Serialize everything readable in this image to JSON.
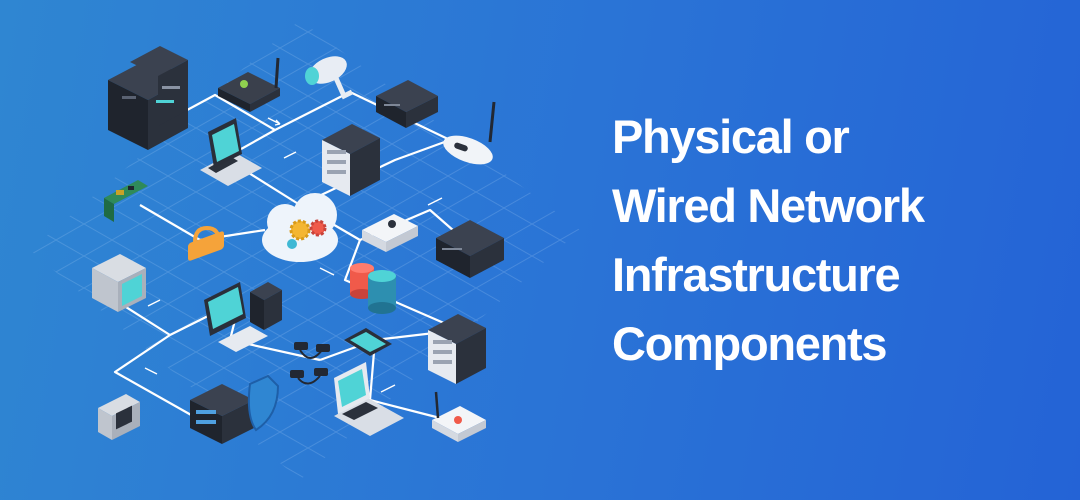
{
  "headline": {
    "line1": "Physical or",
    "line2": "Wired Network",
    "line3": "Infrastructure",
    "line4": "Components"
  },
  "colors": {
    "background_start": "#2f86d2",
    "background_end": "#2463d6",
    "headline_text": "#ffffff",
    "device_dark": "#2a2f3a",
    "screen_teal": "#4fd3d6",
    "cable_white": "#ffffff",
    "lock_orange": "#f5a33a",
    "cloud_white": "#eef4fb"
  },
  "icons": [
    "server-tower-icon",
    "router-icon",
    "security-camera-icon",
    "network-switch-icon",
    "laptop-icon",
    "server-rack-icon",
    "wifi-router-icon",
    "circuit-board-icon",
    "cloud-settings-icon",
    "padlock-icon",
    "projector-icon",
    "storage-box-icon",
    "crt-monitor-icon",
    "database-icon",
    "desktop-computer-icon",
    "usb-cable-icon",
    "smartphone-icon",
    "keypad-lock-icon",
    "shield-server-icon",
    "open-laptop-icon",
    "small-router-icon"
  ]
}
